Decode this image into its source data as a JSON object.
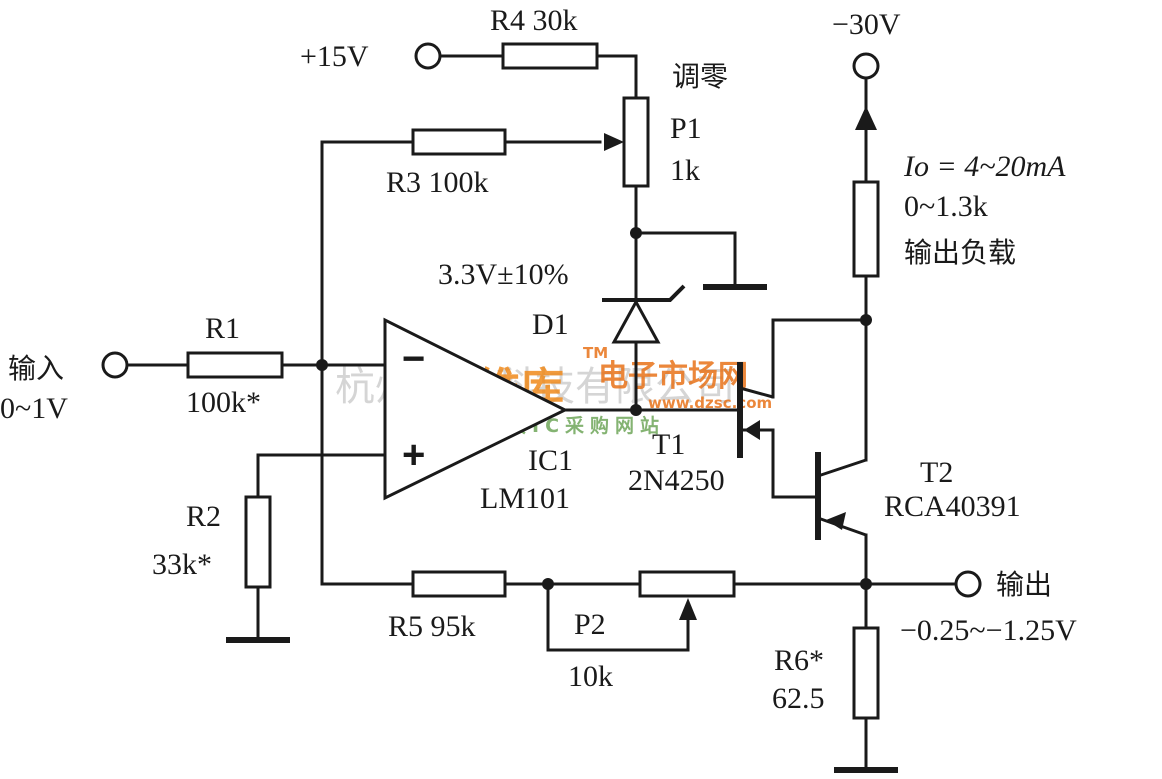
{
  "labels": {
    "r4": "R4  30k",
    "plus15v": "+15V",
    "minus30v": "−30V",
    "tiaoling": "调零",
    "p1": "P1",
    "p1_value": "1k",
    "r3": "R3  100k",
    "io": "Io = 4~20mA",
    "load_range": "0~1.3k",
    "load": "输出负载",
    "d1_voltage": "3.3V±10%",
    "d1": "D1",
    "r1": "R1",
    "r1_value": "100k*",
    "input": "输入",
    "input_range": "0~1V",
    "ic1": "IC1",
    "ic1_part": "LM101",
    "t1": "T1",
    "t1_part": "2N4250",
    "t2": "T2",
    "t2_part": "RCA40391",
    "r2": "R2",
    "r2_value": "33k*",
    "r5": "R5  95k",
    "p2": "P2",
    "p2_value": "10k",
    "output": "输出",
    "output_range": "−0.25~−1.25V",
    "r6": "R6*",
    "r6_value": "62.5",
    "op_minus": "−",
    "op_plus": "+"
  },
  "watermark": {
    "company": "杭州将睿科技有限公司",
    "logo": "维库",
    "site": "电子市场网",
    "slogan": "全球最大IC采购网站",
    "url": "www.dzsc.com",
    "tm": "TM"
  },
  "colors": {
    "line": "#1a1a1a",
    "watermark_gray": "#c8c8c8",
    "logo_orange": "#f08a1c",
    "slogan_green": "#6fa65a"
  }
}
